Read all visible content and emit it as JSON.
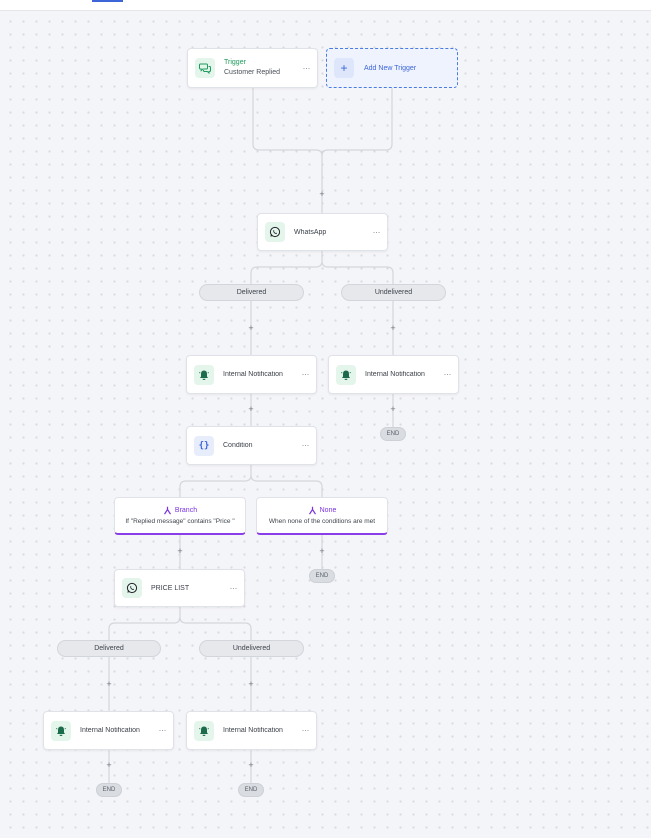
{
  "trigger": {
    "title": "Trigger",
    "subtitle": "Customer Replied",
    "more": "···",
    "icon": "chat-bubbles-icon"
  },
  "add_trigger": {
    "icon_label": "+",
    "label": "Add New Trigger"
  },
  "plus": "+",
  "whatsapp_step": {
    "label": "WhatsApp",
    "more": "···",
    "icon": "whatsapp-icon"
  },
  "outcomes": {
    "delivered": "Delivered",
    "undelivered": "Undelivered"
  },
  "notification_step": {
    "label": "Internal Notification",
    "more": "···",
    "icon": "bell-icon"
  },
  "condition_step": {
    "label": "Condition",
    "more": "···",
    "icon": "curly-braces-icon"
  },
  "branches": {
    "branch": {
      "title": "Branch",
      "description": "If \"Replied message\" contains \"Price \""
    },
    "none": {
      "title": "None",
      "description": "When none of the conditions are met"
    }
  },
  "price_list_step": {
    "label": "PRICE LIST",
    "more": "···",
    "icon": "whatsapp-icon"
  },
  "end_label": "END",
  "colors": {
    "accent_blue": "#3c66d8",
    "trigger_green": "#1c9a5a",
    "branch_purple": "#7a33df",
    "connector": "#d3d6dc"
  }
}
